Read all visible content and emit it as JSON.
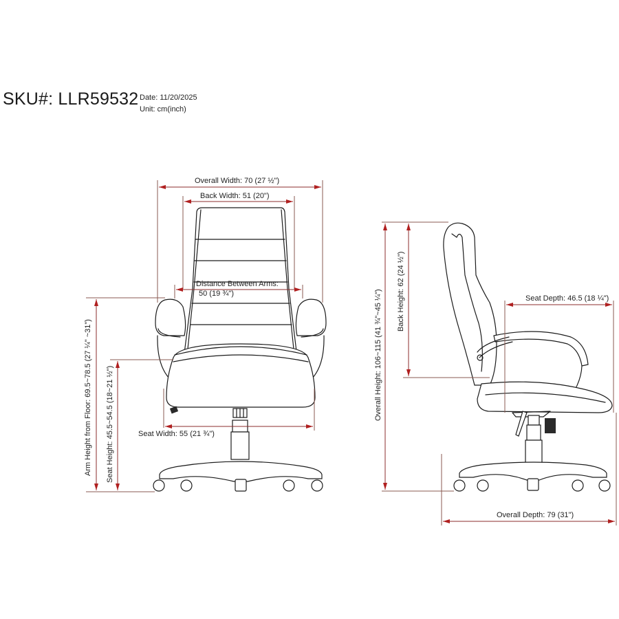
{
  "header": {
    "sku": "SKU#: LLR59532",
    "date": "Date: 11/20/2025",
    "unit": "Unit: cm(inch)"
  },
  "front_view": {
    "overall_width": "Overall Width: 70 (27 ½\")",
    "back_width": "Back Width: 51 (20\")",
    "distance_between_arms_line1": "Distance Between Arms:",
    "distance_between_arms_line2": "50 (19 ¾\")",
    "seat_width": "Seat Width: 55 (21 ¾\")",
    "arm_height": "Arm Height from Floor: 69.5~78.5 (27 ¼\" ~31\")",
    "seat_height": "Seat Height: 45.5~54.5 (18~21 ½\")"
  },
  "side_view": {
    "overall_height": "Overall Height: 106~115 (41 ¾\"~45 ¼\")",
    "back_height": "Back Height: 62 (24 ½\")",
    "seat_depth": "Seat Depth: 46.5 (18 ¼\")",
    "overall_depth": "Overall Depth: 79 (31\")"
  },
  "colors": {
    "dimension_line": "#8b2b2b",
    "arrow": "#b02020",
    "outline": "#1a1a1a"
  }
}
